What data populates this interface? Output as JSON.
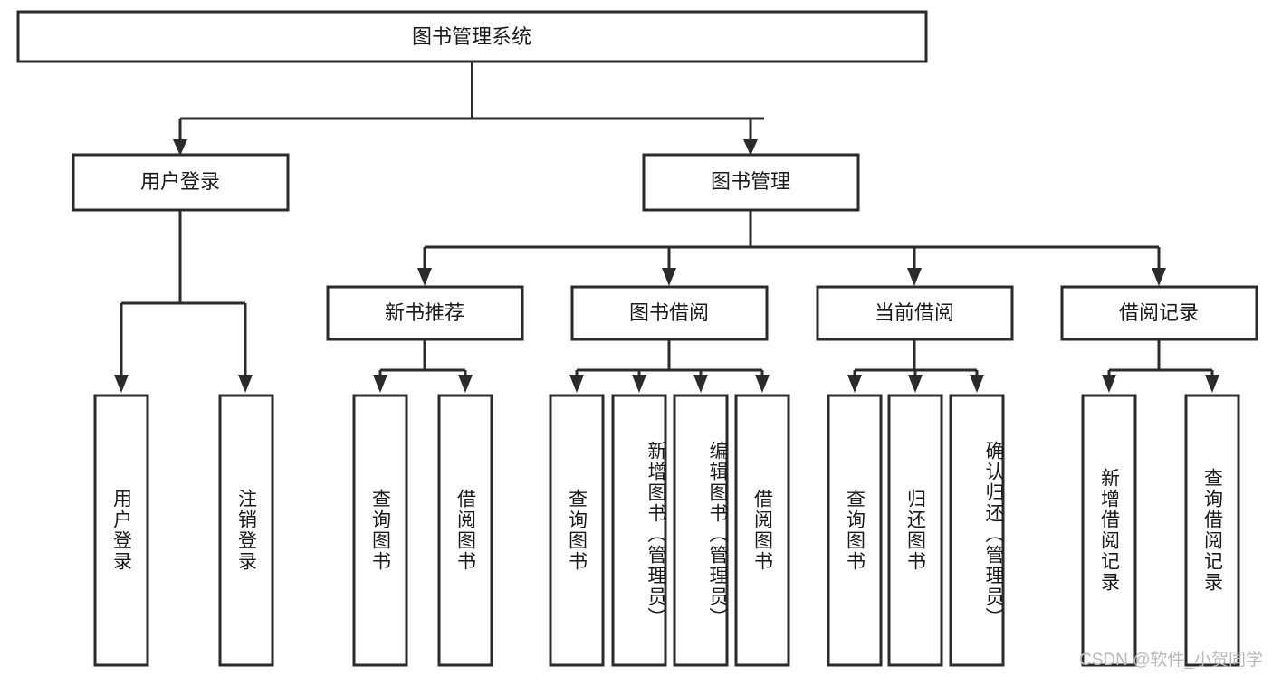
{
  "diagram": {
    "type": "tree-hierarchy",
    "title": "图书管理系统",
    "root": {
      "id": "root",
      "label": "图书管理系统",
      "orientation": "horizontal"
    },
    "level2": [
      {
        "id": "user-login",
        "label": "用户登录",
        "orientation": "horizontal"
      },
      {
        "id": "book-management",
        "label": "图书管理",
        "orientation": "horizontal"
      }
    ],
    "level3": [
      {
        "id": "new-book-recommend",
        "label": "新书推荐",
        "orientation": "horizontal",
        "parent": "book-management"
      },
      {
        "id": "book-borrow",
        "label": "图书借阅",
        "orientation": "horizontal",
        "parent": "book-management"
      },
      {
        "id": "current-borrow",
        "label": "当前借阅",
        "orientation": "horizontal",
        "parent": "book-management"
      },
      {
        "id": "borrow-record",
        "label": "借阅记录",
        "orientation": "horizontal",
        "parent": "book-management"
      }
    ],
    "leaves": [
      {
        "id": "leaf-user-login",
        "label": "用户登录",
        "orientation": "vertical",
        "parent": "user-login"
      },
      {
        "id": "leaf-logout-login",
        "label": "注销登录",
        "orientation": "vertical",
        "parent": "user-login"
      },
      {
        "id": "leaf-query-book-1",
        "label": "查询图书",
        "orientation": "vertical",
        "parent": "new-book-recommend"
      },
      {
        "id": "leaf-borrow-book-1",
        "label": "借阅图书",
        "orientation": "vertical",
        "parent": "new-book-recommend"
      },
      {
        "id": "leaf-query-book-2",
        "label": "查询图书",
        "orientation": "vertical",
        "parent": "book-borrow"
      },
      {
        "id": "leaf-add-book",
        "label": "新增图书（管理员）",
        "orientation": "vertical",
        "parent": "book-borrow"
      },
      {
        "id": "leaf-edit-book",
        "label": "编辑图书（管理员）",
        "orientation": "vertical",
        "parent": "book-borrow"
      },
      {
        "id": "leaf-borrow-book-2",
        "label": "借阅图书",
        "orientation": "vertical",
        "parent": "book-borrow"
      },
      {
        "id": "leaf-query-book-3",
        "label": "查询图书",
        "orientation": "vertical",
        "parent": "current-borrow"
      },
      {
        "id": "leaf-return-book",
        "label": "归还图书",
        "orientation": "vertical",
        "parent": "current-borrow"
      },
      {
        "id": "leaf-confirm-return",
        "label": "确认归还（管理员）",
        "orientation": "vertical",
        "parent": "current-borrow"
      },
      {
        "id": "leaf-add-record",
        "label": "新增借阅记录",
        "orientation": "vertical",
        "parent": "borrow-record"
      },
      {
        "id": "leaf-query-record",
        "label": "查询借阅记录",
        "orientation": "vertical",
        "parent": "borrow-record"
      }
    ]
  },
  "watermark": {
    "text": "CSDN @软件_小贺同学"
  },
  "colors": {
    "stroke": "#2b2b2b",
    "box_fill": "#ffffff",
    "text": "#1a1a1a",
    "watermark": "#b9b9b9",
    "background": "#ffffff"
  }
}
